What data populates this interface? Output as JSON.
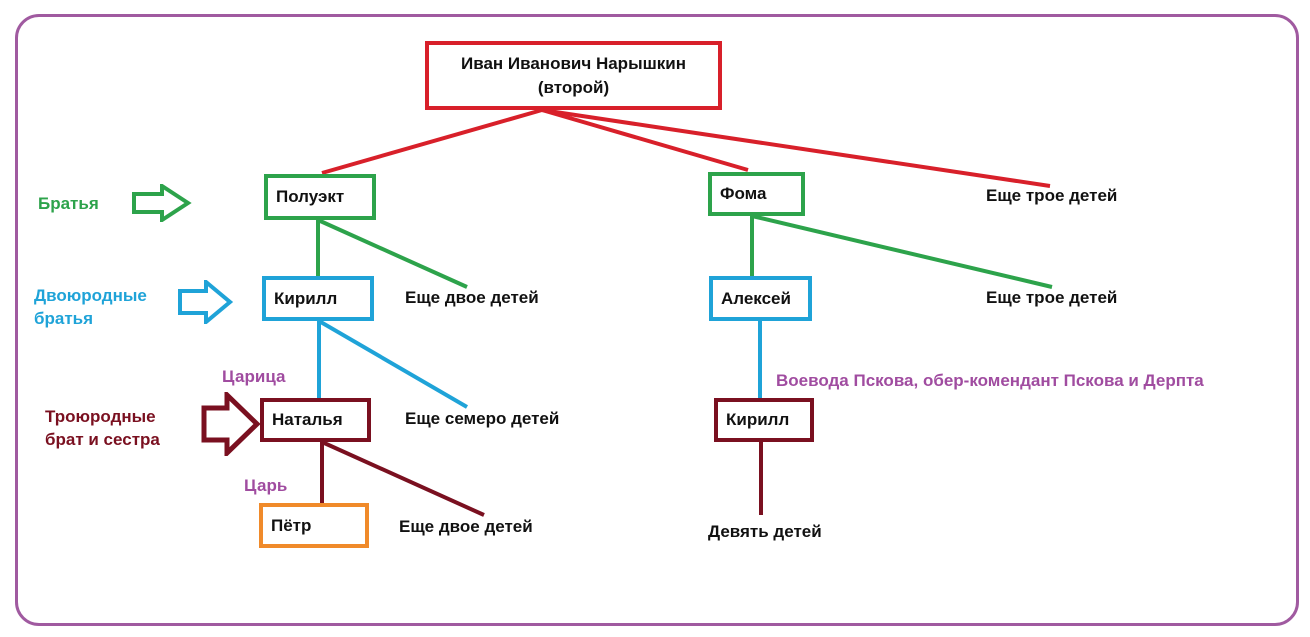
{
  "root": {
    "line1": "Иван Иванович Нарышкин",
    "line2": "(второй)"
  },
  "nodes": {
    "poluekt": "Полуэкт",
    "foma": "Фома",
    "kirill1": "Кирилл",
    "aleksei": "Алексей",
    "natalia": "Наталья",
    "kirill2": "Кирилл",
    "petr": "Пётр"
  },
  "others": {
    "root_other": "Еще трое детей",
    "poluekt_other": "Еще двое детей",
    "foma_other": "Еще трое детей",
    "kirill1_other": "Еще семеро детей",
    "natalia_other": "Еще двое детей",
    "kirill2_children": "Девять детей"
  },
  "annotations": {
    "tsaritsa": "Царица",
    "tsar": "Царь",
    "voevoda": "Воевода Пскова, обер-комендант Пскова и Дерпта"
  },
  "generations": {
    "brothers": "Братья",
    "cousins_line1": "Двоюродные",
    "cousins_line2": "братья",
    "second_cousins_line1": "Троюродные",
    "second_cousins_line2": "брат и сестра"
  },
  "colors": {
    "frame": "#a05aa0",
    "red": "#d8202a",
    "green": "#2da34b",
    "blue": "#1fa3d8",
    "maroon": "#7a1020",
    "orange": "#f08a2a",
    "purple": "#a04ca0"
  }
}
